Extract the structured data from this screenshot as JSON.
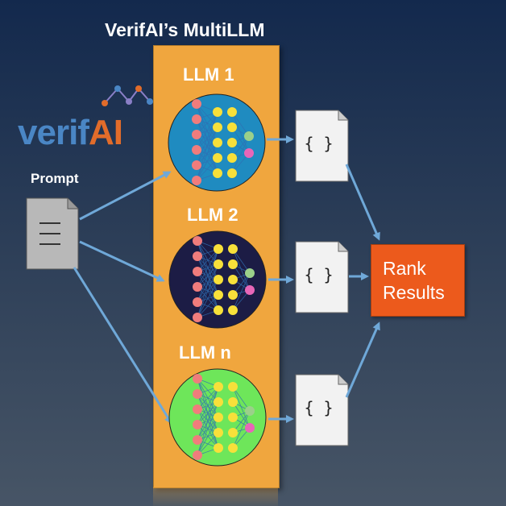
{
  "title": "VerifAI’s MultiLLM",
  "logo": {
    "text_part1": "verif",
    "text_part2": "AI",
    "color_primary": "#4a86c5",
    "color_accent": "#e26c2a"
  },
  "prompt": {
    "label": "Prompt"
  },
  "llms": [
    {
      "label": "LLM 1",
      "circle_color": "#1f8bc0"
    },
    {
      "label": "LLM 2",
      "circle_color": "#1c1c45"
    },
    {
      "label": "LLM n",
      "circle_color": "#6ee65a"
    }
  ],
  "output_doc": {
    "symbol": "{ }"
  },
  "rank": {
    "line1": "Rank",
    "line2": "Results",
    "color": "#ec5a1c"
  },
  "colors": {
    "column": "#f0a63e",
    "arrow": "#6fa8d8",
    "neuron_input": "#f07c7c",
    "neuron_hidden": "#f7e03a"
  }
}
